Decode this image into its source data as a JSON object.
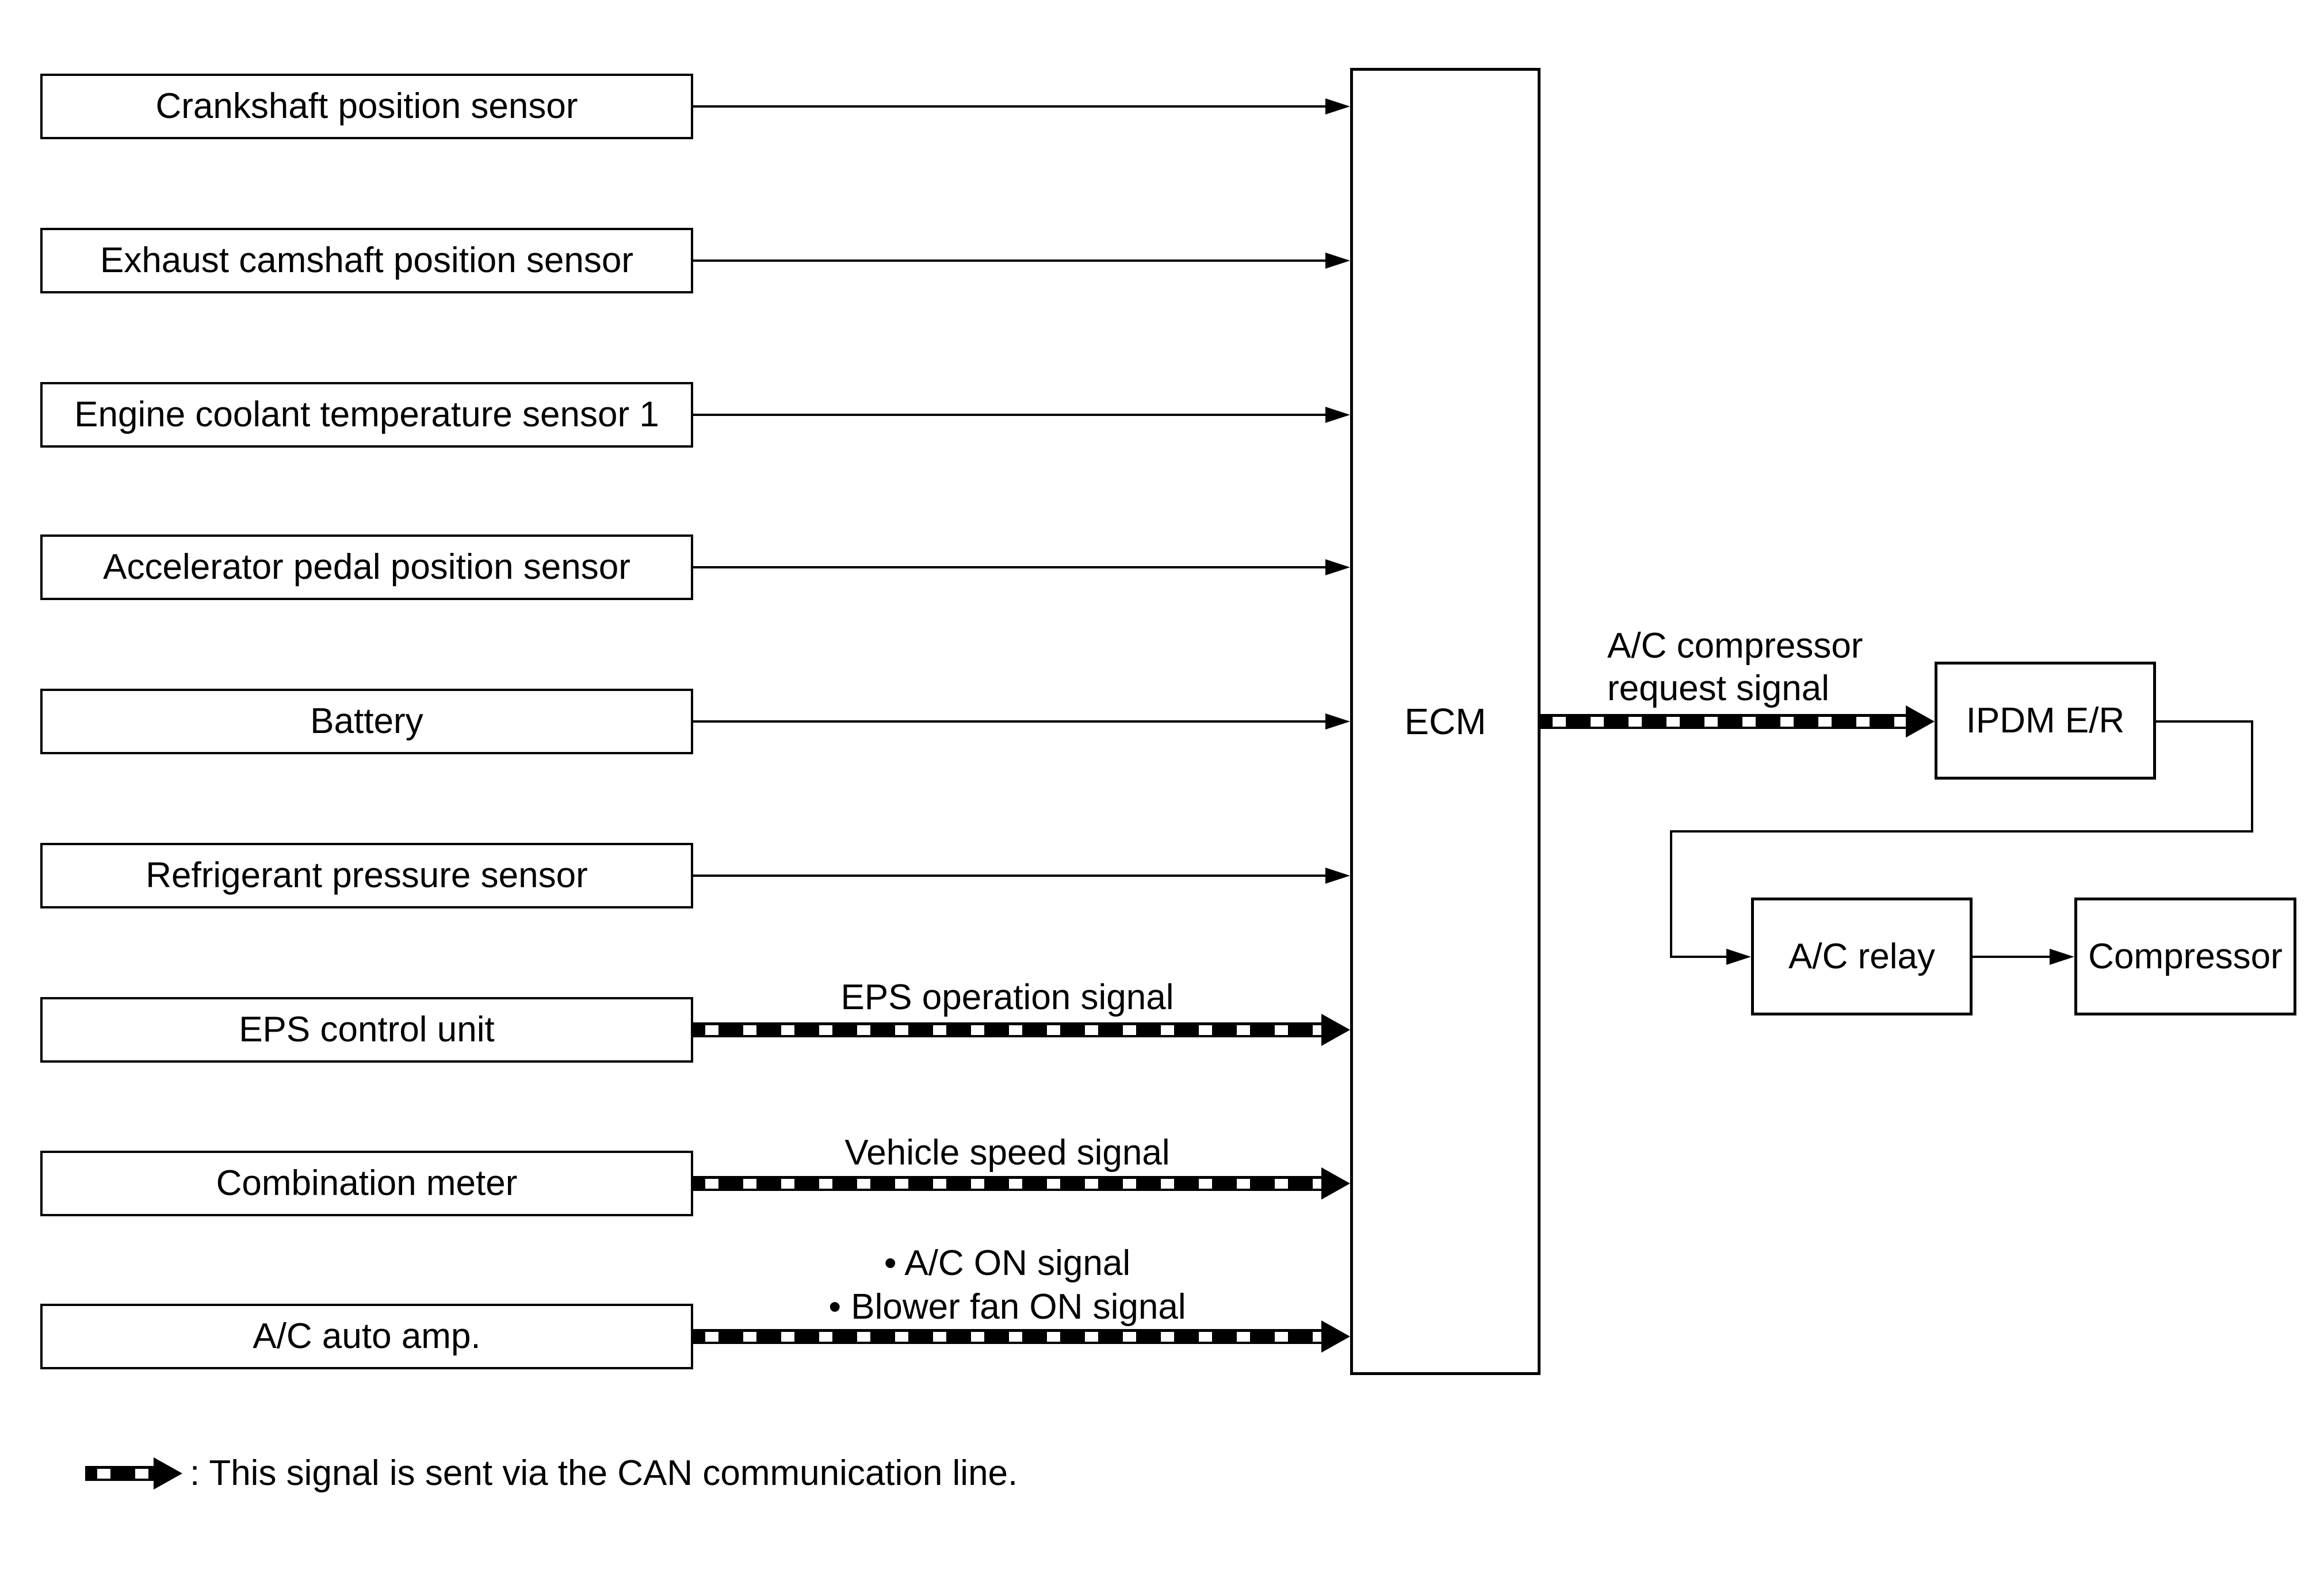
{
  "colors": {
    "ink": "#000000",
    "paper": "#ffffff"
  },
  "inputs": [
    {
      "label": "Crankshaft position sensor"
    },
    {
      "label": "Exhaust camshaft position sensor"
    },
    {
      "label": "Engine coolant temperature sensor 1"
    },
    {
      "label": "Accelerator pedal position sensor"
    },
    {
      "label": "Battery"
    },
    {
      "label": "Refrigerant pressure sensor"
    },
    {
      "label": "EPS control unit",
      "signal": "EPS operation signal"
    },
    {
      "label": "Combination meter",
      "signal": "Vehicle speed signal"
    },
    {
      "label": "A/C auto amp.",
      "signals": [
        "• A/C ON signal",
        "• Blower fan ON signal"
      ]
    }
  ],
  "ecm": {
    "label": "ECM"
  },
  "ecm_output": {
    "signal_line1": "A/C compressor",
    "signal_line2": "request signal"
  },
  "outputs": {
    "ipdm": {
      "label": "IPDM E/R"
    },
    "ac_relay": {
      "label": "A/C relay"
    },
    "compressor": {
      "label": "Compressor"
    }
  },
  "legend": {
    "text": ": This signal is sent via the CAN communication line."
  }
}
